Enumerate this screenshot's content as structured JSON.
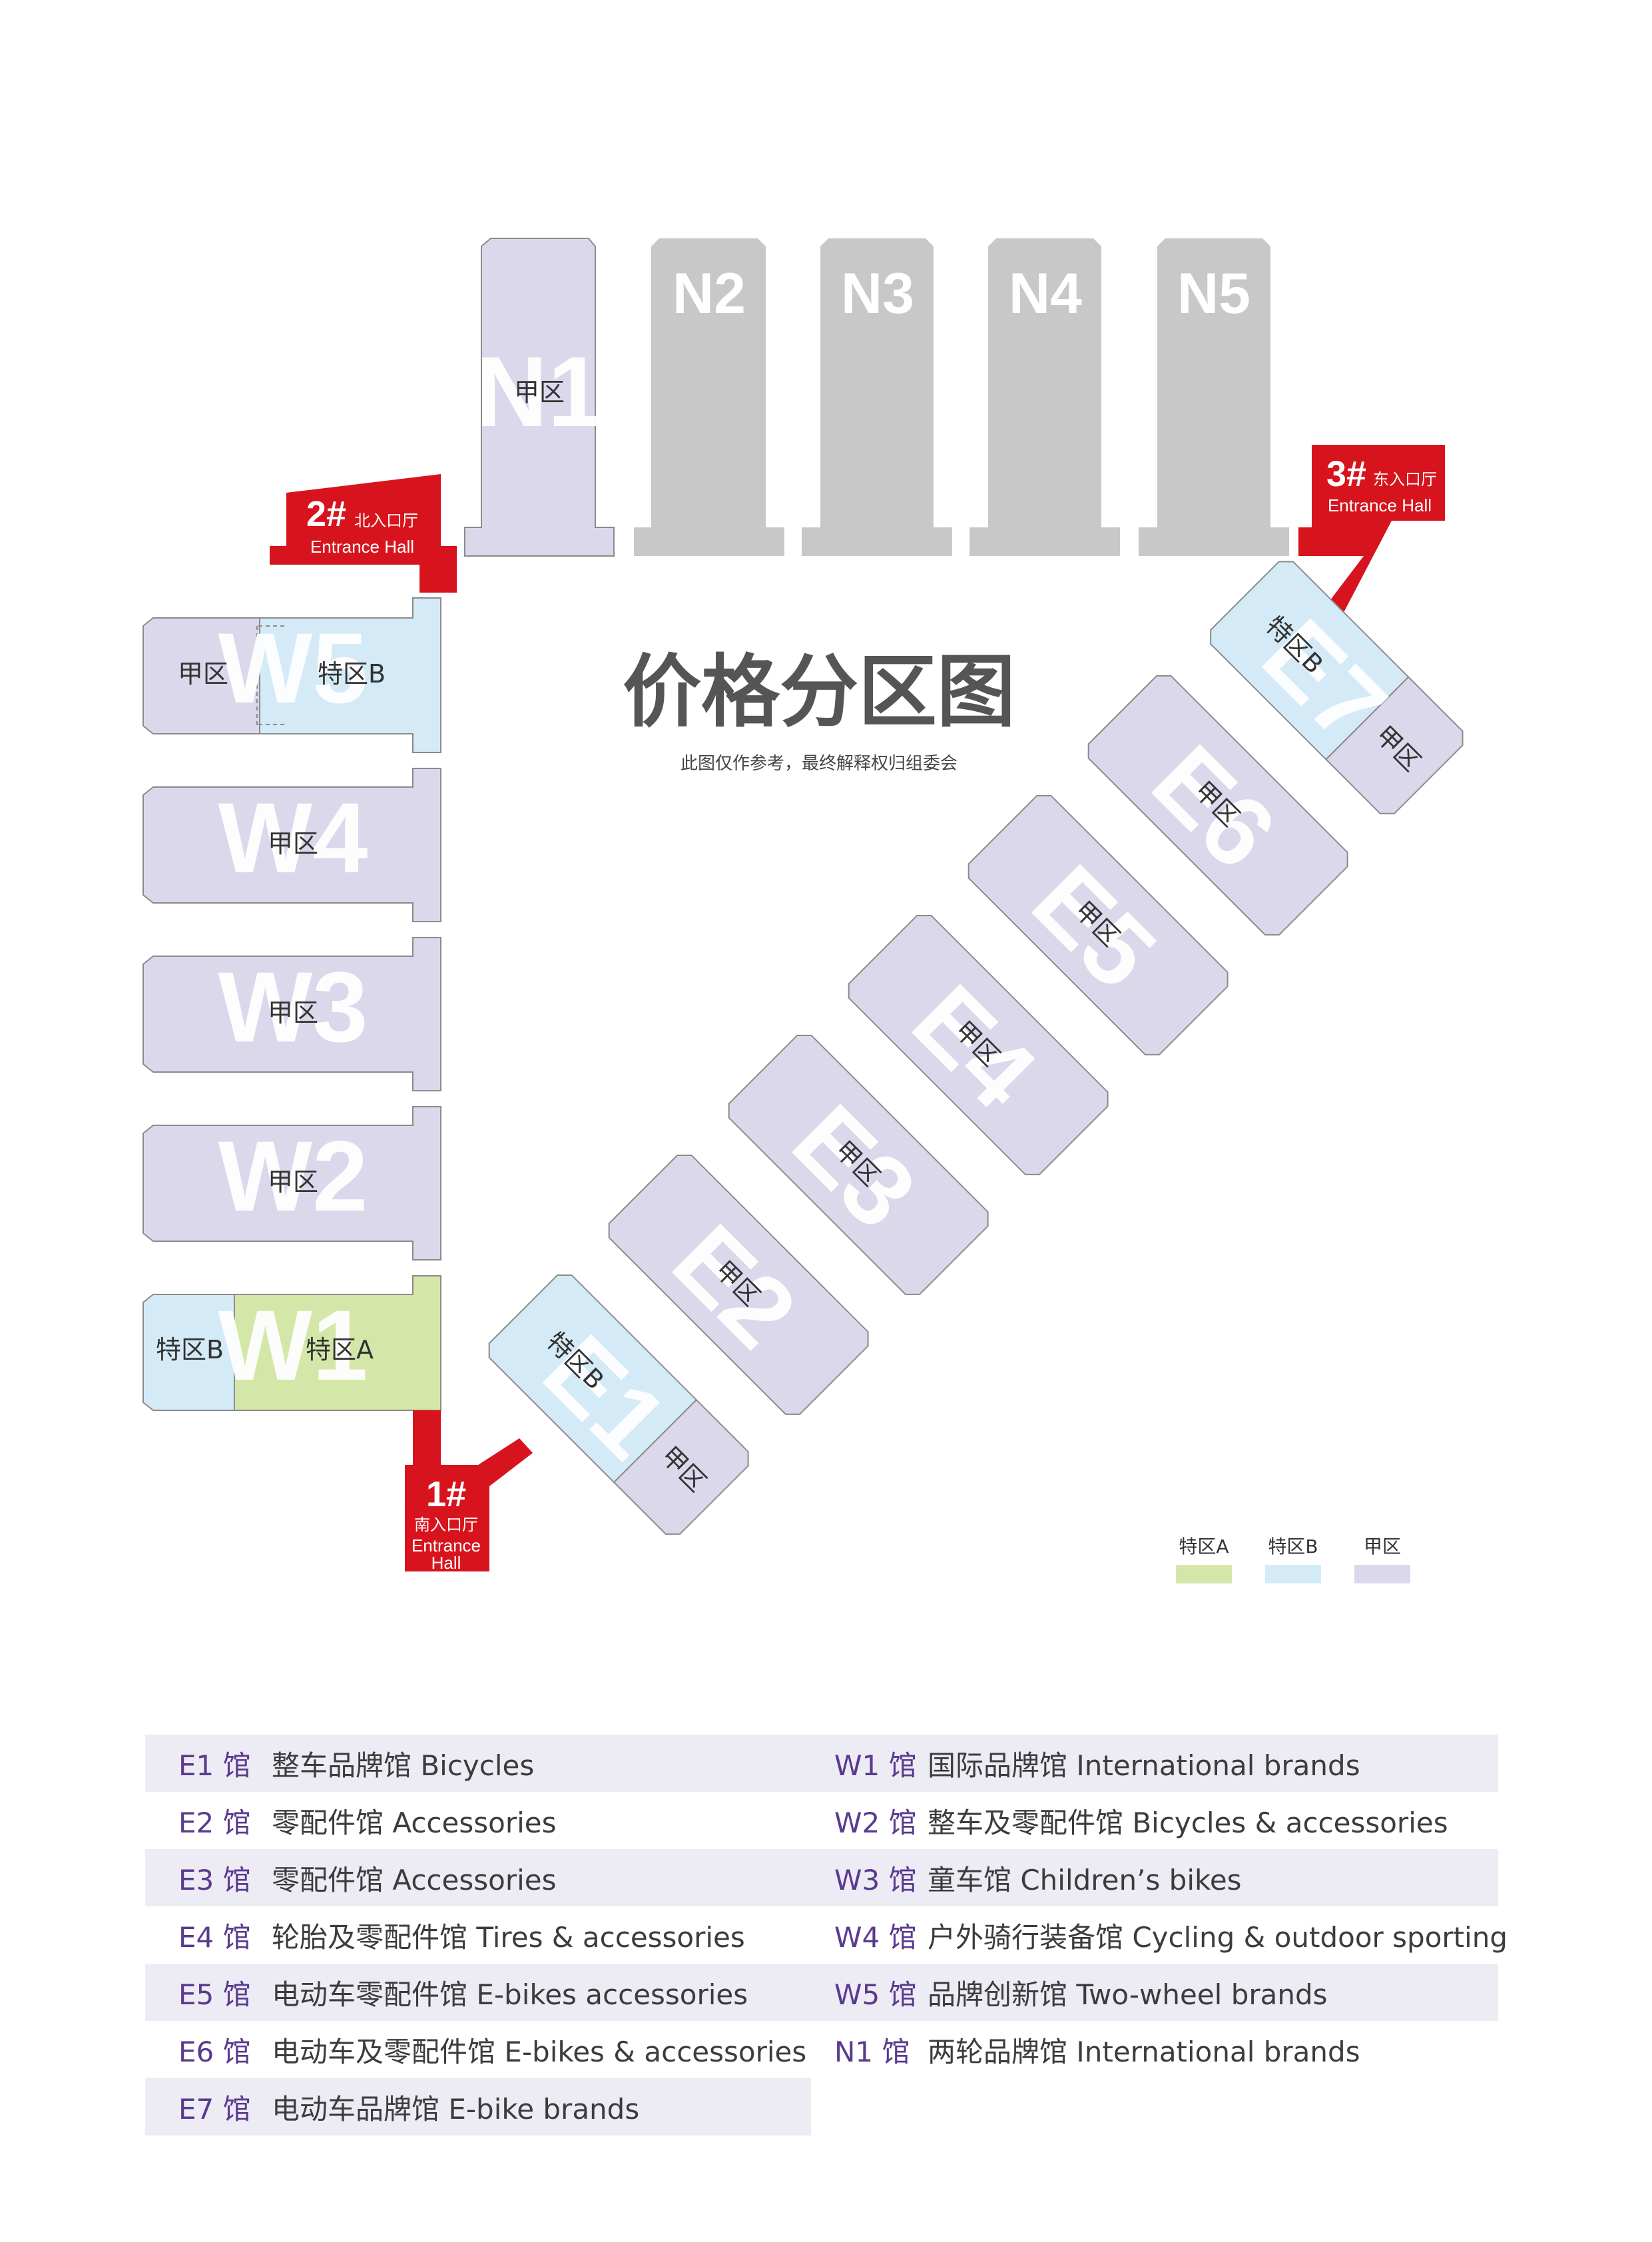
{
  "title": "价格分区图",
  "subtitle": "此图仅作参考，最终解释权归组委会",
  "colors": {
    "special_a": "#d5e7a8",
    "special_b": "#d4ebf7",
    "zone_a": "#dcd8ec",
    "inactive": "#c8c8c8",
    "entrance": "#d7141d",
    "hall_code": "#5a3a8e"
  },
  "zone_legend": [
    {
      "label": "特区A",
      "color": "#d5e7a8"
    },
    {
      "label": "特区B",
      "color": "#d4ebf7"
    },
    {
      "label": "甲区",
      "color": "#dcd8ec"
    }
  ],
  "entrances": [
    {
      "num": "2#",
      "cn": "北入口厅",
      "en": "Entrance Hall"
    },
    {
      "num": "3#",
      "cn": "东入口厅",
      "en": "Entrance Hall"
    },
    {
      "num": "1#",
      "cn": "南入口厅",
      "en_1": "Entrance",
      "en_2": "Hall"
    }
  ],
  "halls": {
    "N1": {
      "zones": [
        "甲区"
      ]
    },
    "N2": {
      "zones": []
    },
    "N3": {
      "zones": []
    },
    "N4": {
      "zones": []
    },
    "N5": {
      "zones": []
    },
    "W1": {
      "zones": [
        "特区B",
        "特区A"
      ]
    },
    "W2": {
      "zones": [
        "甲区"
      ]
    },
    "W3": {
      "zones": [
        "甲区"
      ]
    },
    "W4": {
      "zones": [
        "甲区"
      ]
    },
    "W5": {
      "zones": [
        "甲区",
        "特区B"
      ]
    },
    "E1": {
      "zones": [
        "特区B",
        "甲区"
      ]
    },
    "E2": {
      "zones": [
        "甲区"
      ]
    },
    "E3": {
      "zones": [
        "甲区"
      ]
    },
    "E4": {
      "zones": [
        "甲区"
      ]
    },
    "E5": {
      "zones": [
        "甲区"
      ]
    },
    "E6": {
      "zones": [
        "甲区"
      ]
    },
    "E7": {
      "zones": [
        "特区B",
        "甲区"
      ]
    }
  },
  "hall_list_left": [
    {
      "code": "E1 馆",
      "desc": "整车品牌馆 Bicycles"
    },
    {
      "code": "E2 馆",
      "desc": "零配件馆 Accessories"
    },
    {
      "code": "E3 馆",
      "desc": "零配件馆 Accessories"
    },
    {
      "code": "E4 馆",
      "desc": "轮胎及零配件馆 Tires & accessories"
    },
    {
      "code": "E5 馆",
      "desc": "电动车零配件馆 E-bikes accessories"
    },
    {
      "code": "E6 馆",
      "desc": "电动车及零配件馆 E-bikes & accessories"
    },
    {
      "code": "E7 馆",
      "desc": "电动车品牌馆 E-bike brands"
    }
  ],
  "hall_list_right": [
    {
      "code": "W1 馆",
      "desc": "国际品牌馆 International brands"
    },
    {
      "code": "W2 馆",
      "desc": "整车及零配件馆 Bicycles & accessories"
    },
    {
      "code": "W3 馆",
      "desc": "童车馆 Children’s bikes"
    },
    {
      "code": "W4 馆",
      "desc": "户外骑行装备馆 Cycling & outdoor sporting"
    },
    {
      "code": "W5 馆",
      "desc": "品牌创新馆 Two-wheel brands"
    },
    {
      "code": "N1 馆",
      "desc": "两轮品牌馆 International brands"
    }
  ]
}
